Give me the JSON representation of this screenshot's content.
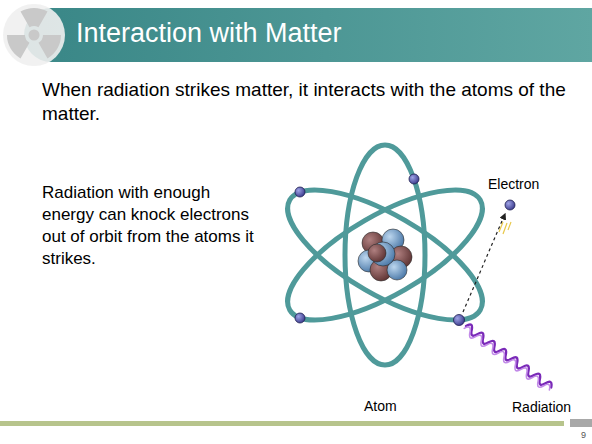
{
  "diagram": {
    "title": "Interaction with Matter",
    "labels": [
      "When radiation strikes matter, it interacts with the atoms of the matter.",
      "Radiation with enough energy can knock electrons out of orbit from the atoms it strikes.",
      "Electron",
      "Atom",
      "Radiation",
      "9"
    ]
  }
}
